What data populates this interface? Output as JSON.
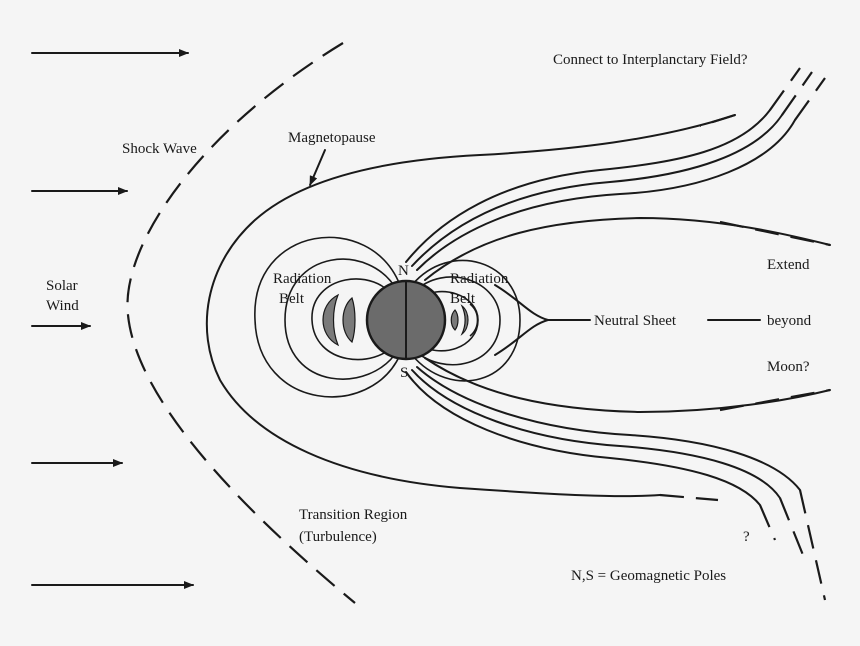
{
  "labels": {
    "solar_wind": [
      "Solar",
      "Wind"
    ],
    "shock_wave": "Shock Wave",
    "magnetopause": "Magnetopause",
    "connect": "Connect to Interplanctary Field?",
    "radiation_belt_left": [
      "Radiation",
      "Belt"
    ],
    "radiation_belt_right": [
      "Radiation",
      "Belt"
    ],
    "north_pole": "N",
    "south_pole": "S",
    "neutral_sheet": "Neutral Sheet",
    "extend": "Extend",
    "beyond": "beyond",
    "moon": "Moon?",
    "transition_region": [
      "Transition Region",
      "(Turbulence)"
    ],
    "question_mark": "?",
    "poles_legend": "N,S = Geomagnetic Poles"
  },
  "colors": {
    "ink": "#1a1a1a",
    "background": "#f5f5f5",
    "earth_fill": "#6b6b6b",
    "belt_fill": "#7a7a7a"
  }
}
